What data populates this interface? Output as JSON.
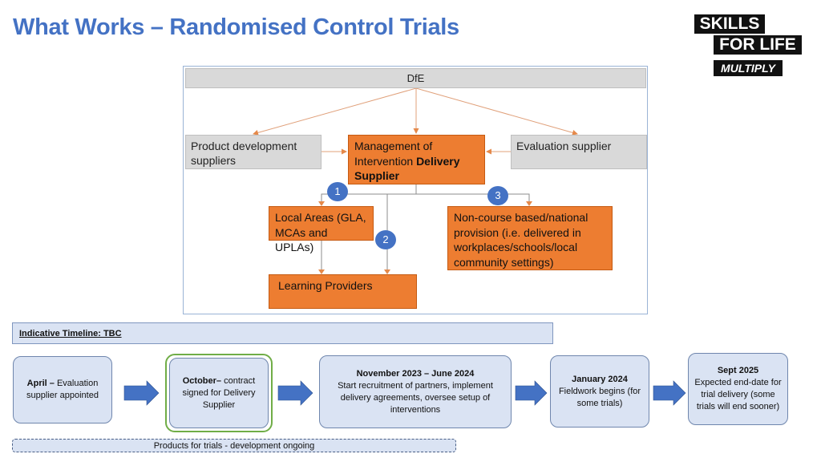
{
  "title": "What Works – Randomised Control Trials",
  "logo": {
    "line1": "SKILLS",
    "line2": "FOR LIFE",
    "line3": "MULTIPLY"
  },
  "diagram": {
    "top": "DfE",
    "left_supplier": "Product development suppliers",
    "center_supplier_prefix": "Management of Intervention",
    "center_supplier_bold": "Delivery Supplier",
    "right_supplier": "Evaluation supplier",
    "local_areas": "Local Areas (GLA, MCAs and UPLAs)",
    "non_course": "Non-course based/national provision (i.e. delivered in workplaces/schools/local community settings)",
    "learning_providers": "Learning Providers",
    "markers": [
      "1",
      "2",
      "3"
    ]
  },
  "timeline": {
    "header": "Indicative Timeline: TBC",
    "steps": [
      {
        "bold": "April –",
        "text": " Evaluation supplier appointed"
      },
      {
        "bold": "October–",
        "text": " contract signed for Delivery Supplier"
      },
      {
        "bold": "November 2023 – June 2024",
        "text": "Start recruitment of partners, implement delivery agreements, oversee setup of interventions"
      },
      {
        "bold": "January 2024",
        "text": "Fieldwork begins (for some trials)"
      },
      {
        "bold": "Sept 2025",
        "text": "Expected end-date for trial delivery (some trials will end sooner)"
      }
    ],
    "products_note": "Products for trials - development ongoing"
  },
  "colors": {
    "title": "#4472c4",
    "orange": "#ed7d31",
    "grey": "#d9d9d9",
    "timeline_fill": "#dae3f3",
    "arrow": "#4472c4",
    "highlight": "#70ad47"
  }
}
